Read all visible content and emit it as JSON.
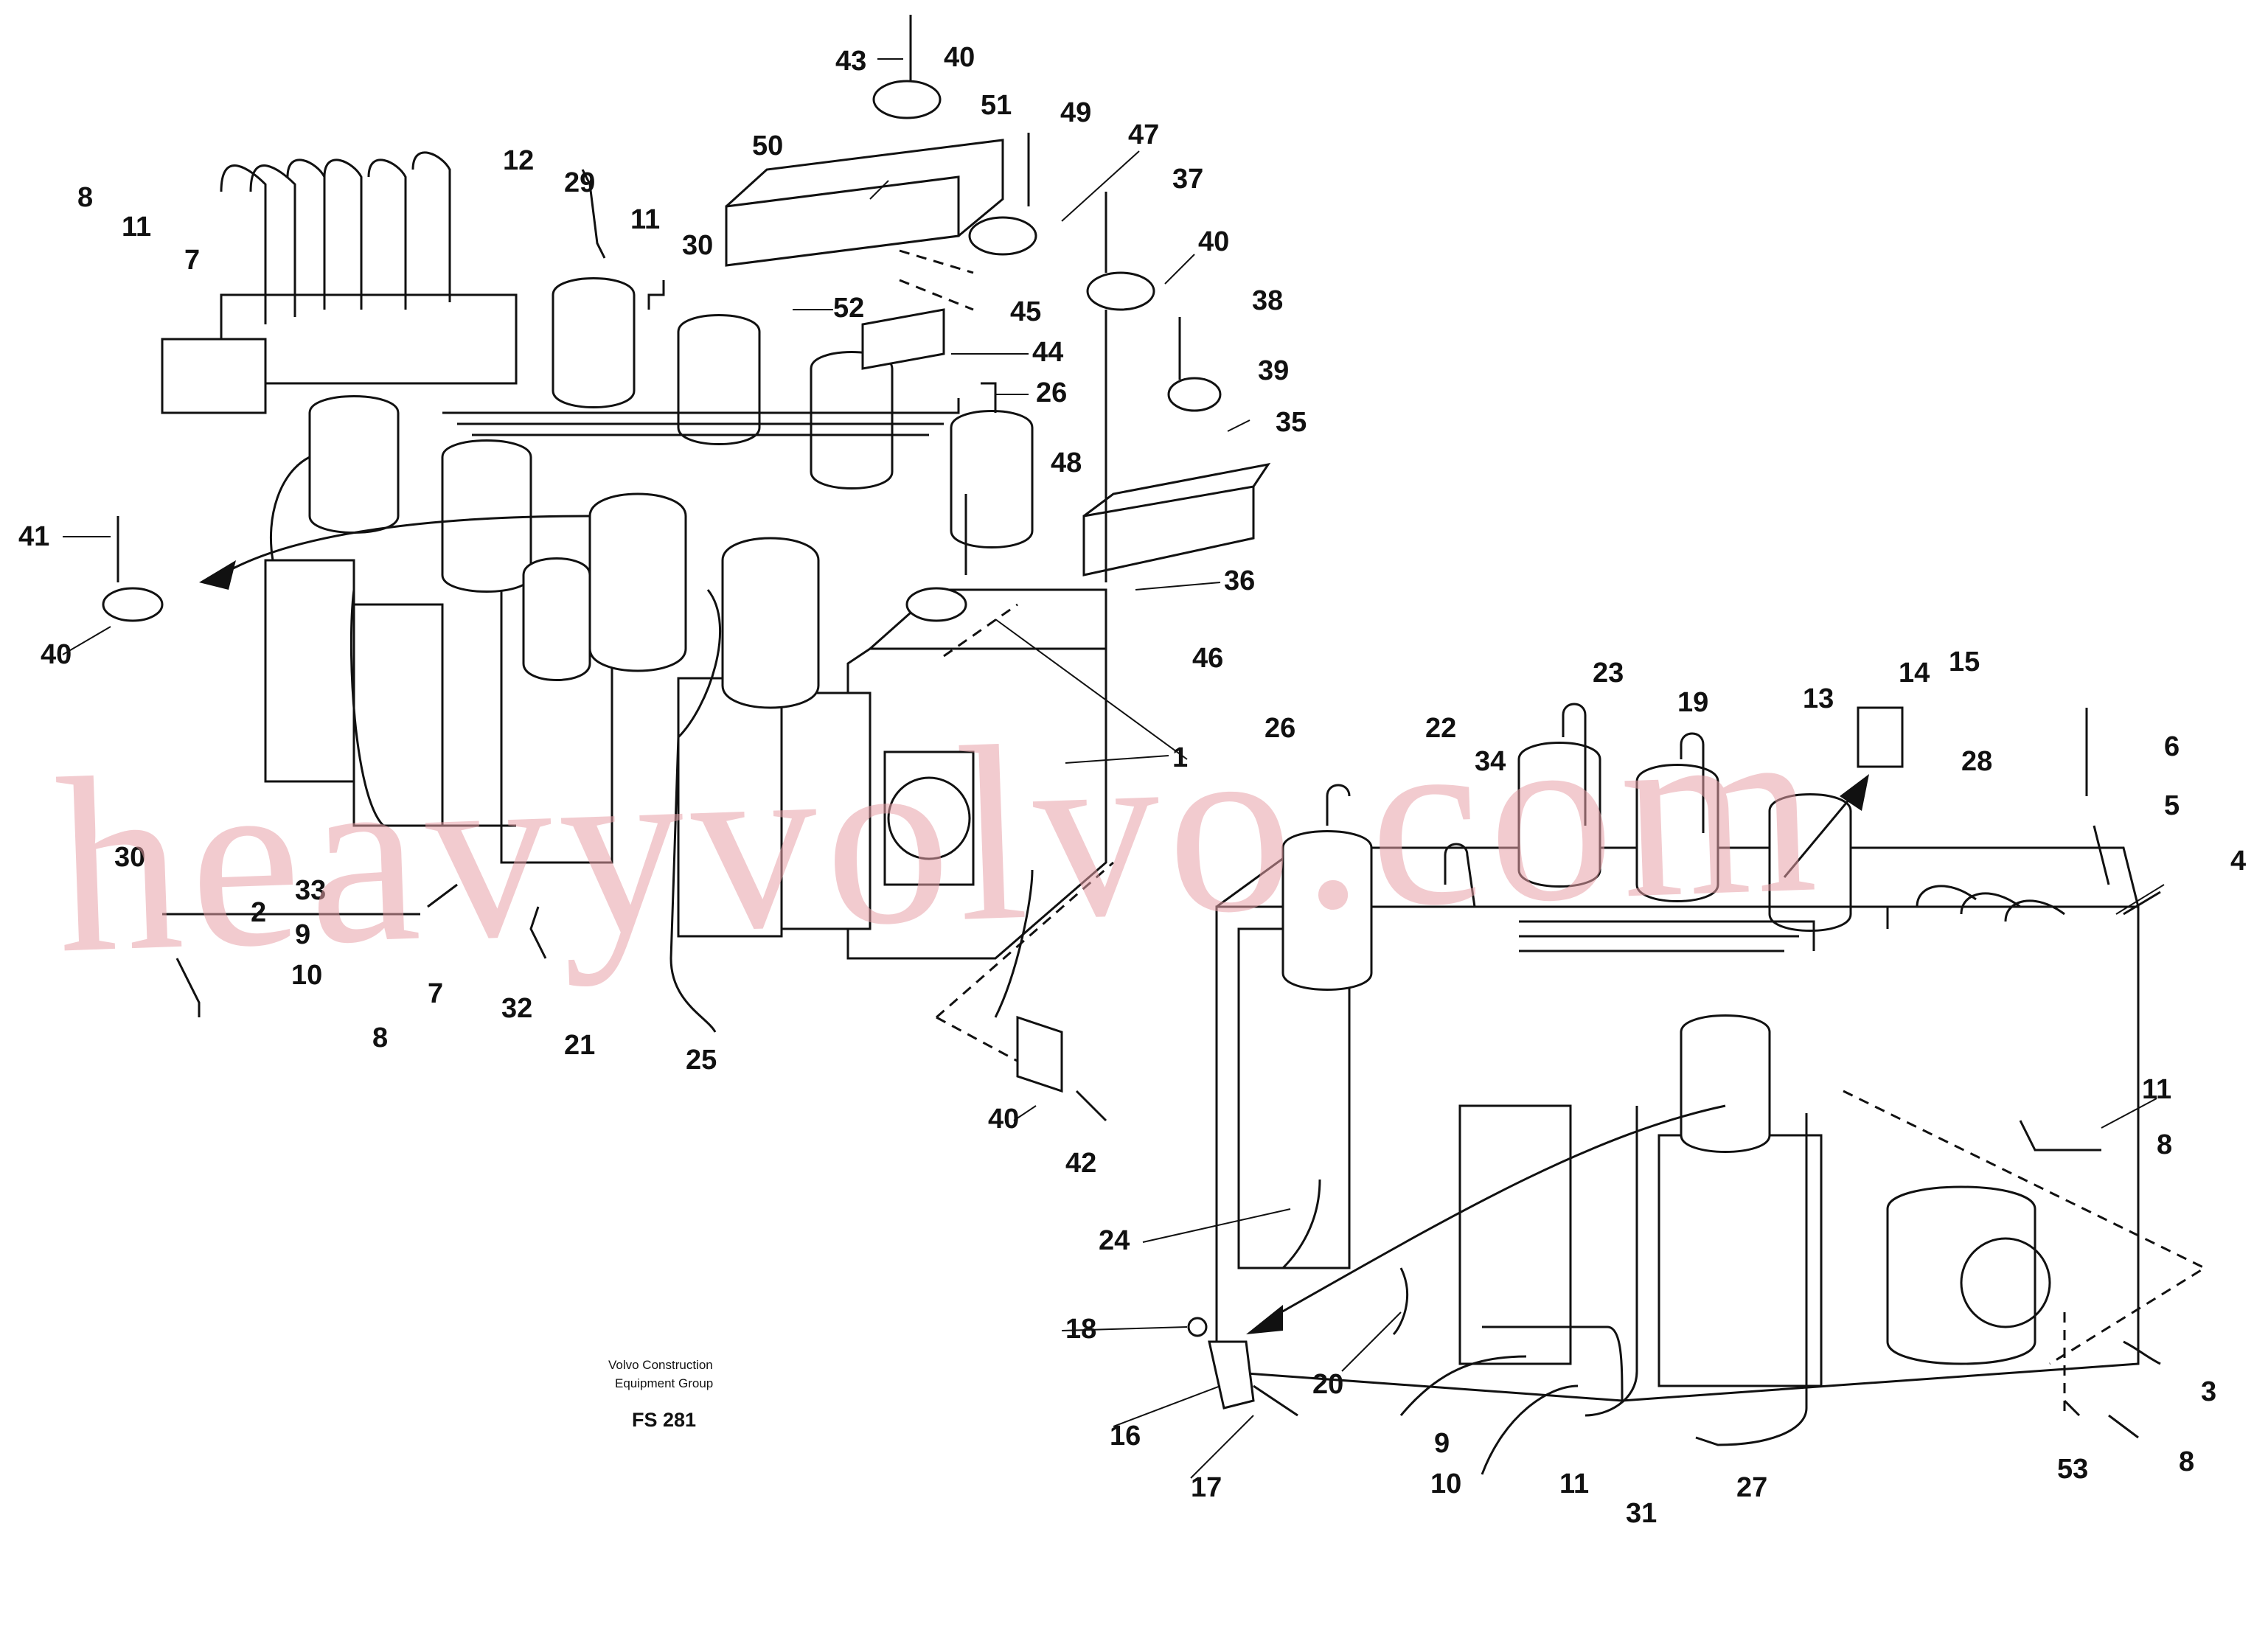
{
  "caption": {
    "company_line1": "Volvo Construction",
    "company_line2": "Equipment Group",
    "figure_code": "FS 281"
  },
  "watermark": "heavyvolvo.com",
  "colors": {
    "line": "#111111",
    "watermark": "#e8a0a8",
    "background": "#ffffff"
  },
  "callouts": [
    "43",
    "40",
    "51",
    "49",
    "47",
    "37",
    "50",
    "12",
    "29",
    "11",
    "30",
    "8",
    "11",
    "7",
    "40",
    "52",
    "45",
    "44",
    "26",
    "38",
    "39",
    "35",
    "41",
    "48",
    "40",
    "36",
    "46",
    "1",
    "23",
    "19",
    "13",
    "14",
    "15",
    "26",
    "22",
    "34",
    "28",
    "6",
    "5",
    "4",
    "30",
    "33",
    "2",
    "9",
    "10",
    "7",
    "8",
    "32",
    "21",
    "25",
    "40",
    "42",
    "11",
    "8",
    "24",
    "18",
    "16",
    "17",
    "20",
    "9",
    "10",
    "11",
    "31",
    "27",
    "3",
    "53",
    "8"
  ]
}
